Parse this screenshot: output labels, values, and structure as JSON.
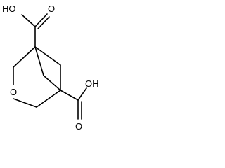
{
  "molecule": {
    "labels": {
      "oxygen_ring": "O",
      "acid_top_oh": "HO",
      "acid_top_carbonyl_o": "O",
      "acid_bottom_oh": "OH",
      "acid_bottom_carbonyl_o": "O"
    },
    "colors": {
      "bond": "#000000",
      "label": "#000000",
      "background": "#ffffff"
    }
  }
}
